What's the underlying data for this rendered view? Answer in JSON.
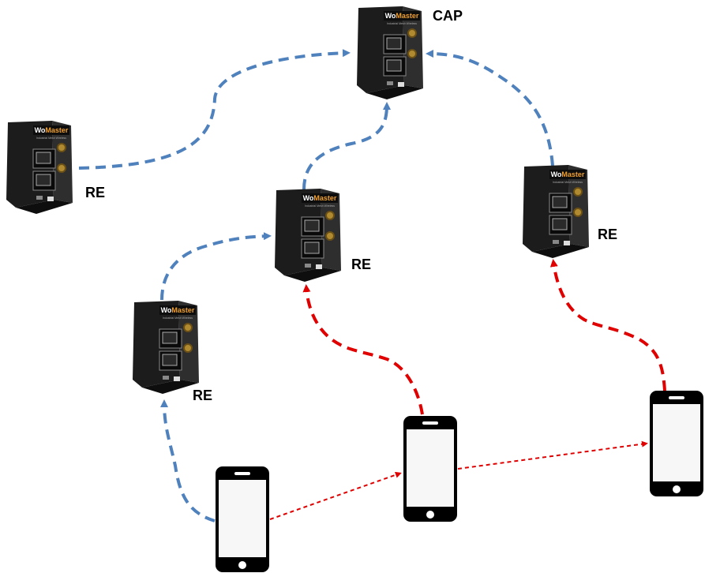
{
  "nodes": {
    "cap": {
      "label": "CAP",
      "brand": "WoMaster"
    },
    "re_left": {
      "label": "RE",
      "brand": "WoMaster"
    },
    "re_center": {
      "label": "RE",
      "brand": "WoMaster"
    },
    "re_right": {
      "label": "RE",
      "brand": "WoMaster"
    },
    "re_lower": {
      "label": "RE",
      "brand": "WoMaster"
    }
  },
  "colors": {
    "mesh_link": "#4f81bd",
    "client_link": "#e00000",
    "roaming_path": "#e00000",
    "device_body": "#1c1c1c",
    "brand_accent": "#f0a030"
  }
}
